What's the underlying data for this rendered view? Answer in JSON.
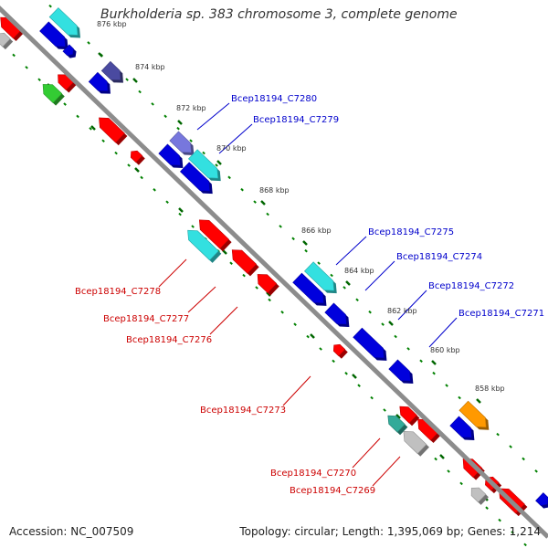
{
  "title": "Burkholderia sp. 383 chromosome 3, complete genome",
  "footer": {
    "accession": "Accession: NC_007509",
    "summary": "Topology: circular; Length: 1,395,069 bp; Genes: 1,214"
  },
  "colors": {
    "backbone": "#808080",
    "ticks": "#008000",
    "forward_label": "#0000cc",
    "reverse_label": "#cc0000"
  },
  "position_labels": [
    "876 kbp",
    "874 kbp",
    "872 kbp",
    "870 kbp",
    "868 kbp",
    "866 kbp",
    "864 kbp",
    "862 kbp",
    "860 kbp",
    "858 kbp"
  ],
  "forward_labels": [
    "Bcep18194_C7280",
    "Bcep18194_C7279",
    "Bcep18194_C7275",
    "Bcep18194_C7274",
    "Bcep18194_C7272",
    "Bcep18194_C7271"
  ],
  "reverse_labels": [
    "Bcep18194_C7278",
    "Bcep18194_C7277",
    "Bcep18194_C7276",
    "Bcep18194_C7273",
    "Bcep18194_C7270",
    "Bcep18194_C7269"
  ]
}
